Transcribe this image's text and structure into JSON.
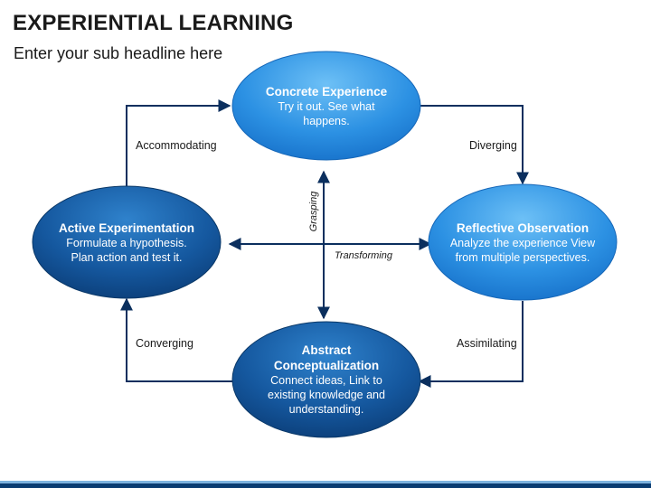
{
  "title": "EXPERIENTIAL LEARNING",
  "subtitle": "Enter your sub headline here",
  "nodes": {
    "concrete": {
      "heading": "Concrete Experience",
      "line1": "Try it out. See what",
      "line2": "happens."
    },
    "reflective": {
      "heading": "Reflective Observation",
      "line1": "Analyze the experience View",
      "line2": "from multiple perspectives."
    },
    "abstract": {
      "heading1": "Abstract",
      "heading2": "Conceptualization",
      "line1": "Connect ideas, Link to",
      "line2": "existing knowledge and",
      "line3": "understanding."
    },
    "active": {
      "heading": "Active Experimentation",
      "line1": "Formulate a hypothesis.",
      "line2": "Plan action and test it."
    }
  },
  "edges": {
    "top_left": "Accommodating",
    "top_right": "Diverging",
    "bottom_right": "Assimilating",
    "bottom_left": "Converging"
  },
  "axes": {
    "vertical": "Grasping",
    "horizontal": "Transforming"
  },
  "colors": {
    "light_blue_top": "#5fb6f3",
    "light_blue_bottom": "#1f7fd6",
    "dark_blue_top": "#2a78c3",
    "dark_blue_bottom": "#0c3f78",
    "connector": "#0b2f5e"
  }
}
